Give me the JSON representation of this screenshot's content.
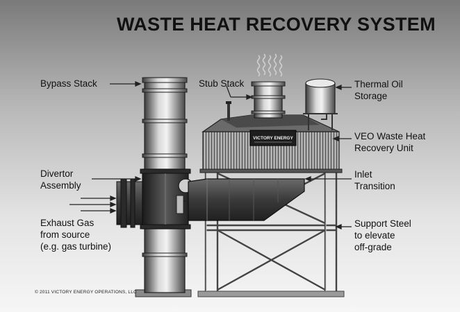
{
  "title": "WASTE HEAT RECOVERY SYSTEM",
  "labels": {
    "bypass_stack": "Bypass Stack",
    "stub_stack": "Stub Stack",
    "thermal_oil_storage": "Thermal Oil\nStorage",
    "veo_unit": "VEO Waste Heat\nRecovery Unit",
    "divertor_assembly": "Divertor\nAssembly",
    "inlet_transition": "Inlet\nTransition",
    "exhaust_gas": "Exhaust Gas\nfrom source\n(e.g. gas turbine)",
    "support_steel": "Support Steel\nto elevate\noff-grade"
  },
  "unit_sign": {
    "brand": "VICTORY ENERGY"
  },
  "copyright": "© 2011 VICTORY ENERGY OPERATIONS, LLC"
}
